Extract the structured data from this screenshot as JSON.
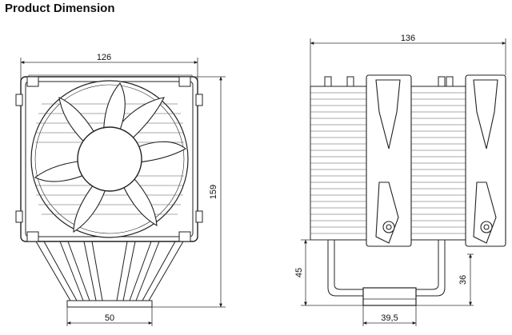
{
  "title": "Product Dimension",
  "dimensions": {
    "front_width": "126",
    "front_height": "159",
    "heatpipe_spread": "50",
    "side_width": "136",
    "side_clearance_left": "45",
    "side_clearance_right": "36",
    "base_width": "39,5"
  },
  "colors": {
    "line": "#222222",
    "dim_line": "#333333",
    "fill": "#ffffff"
  }
}
